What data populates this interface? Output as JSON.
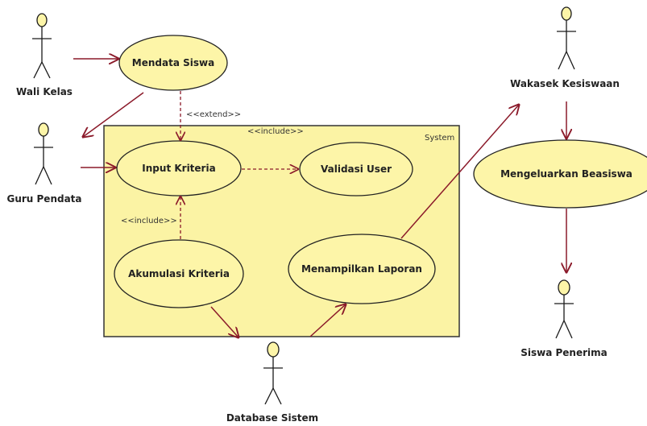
{
  "system": {
    "label": "System"
  },
  "actors": {
    "wali_kelas": "Wali Kelas",
    "guru_pendata": "Guru Pendata",
    "database_sistem": "Database Sistem",
    "wakasek_kesiswaan": "Wakasek Kesiswaan",
    "siswa_penerima": "Siswa Penerima"
  },
  "use_cases": {
    "mendata_siswa": "Mendata Siswa",
    "input_kriteria": "Input Kriteria",
    "validasi_user": "Validasi User",
    "akumulasi_kriteria": "Akumulasi Kriteria",
    "menampilkan_laporan": "Menampilkan Laporan",
    "mengeluarkan_beasiswa": "Mengeluarkan Beasiswa"
  },
  "relations": {
    "extend_label": "<<extend>>",
    "include_label_top": "<<include>>",
    "include_label_left": "<<include>>"
  },
  "colors": {
    "ellipse_fill": "#fdf5a8",
    "system_fill": "#fbf3a4",
    "stroke": "#8b1a2a",
    "outline": "#1a1a1a"
  }
}
